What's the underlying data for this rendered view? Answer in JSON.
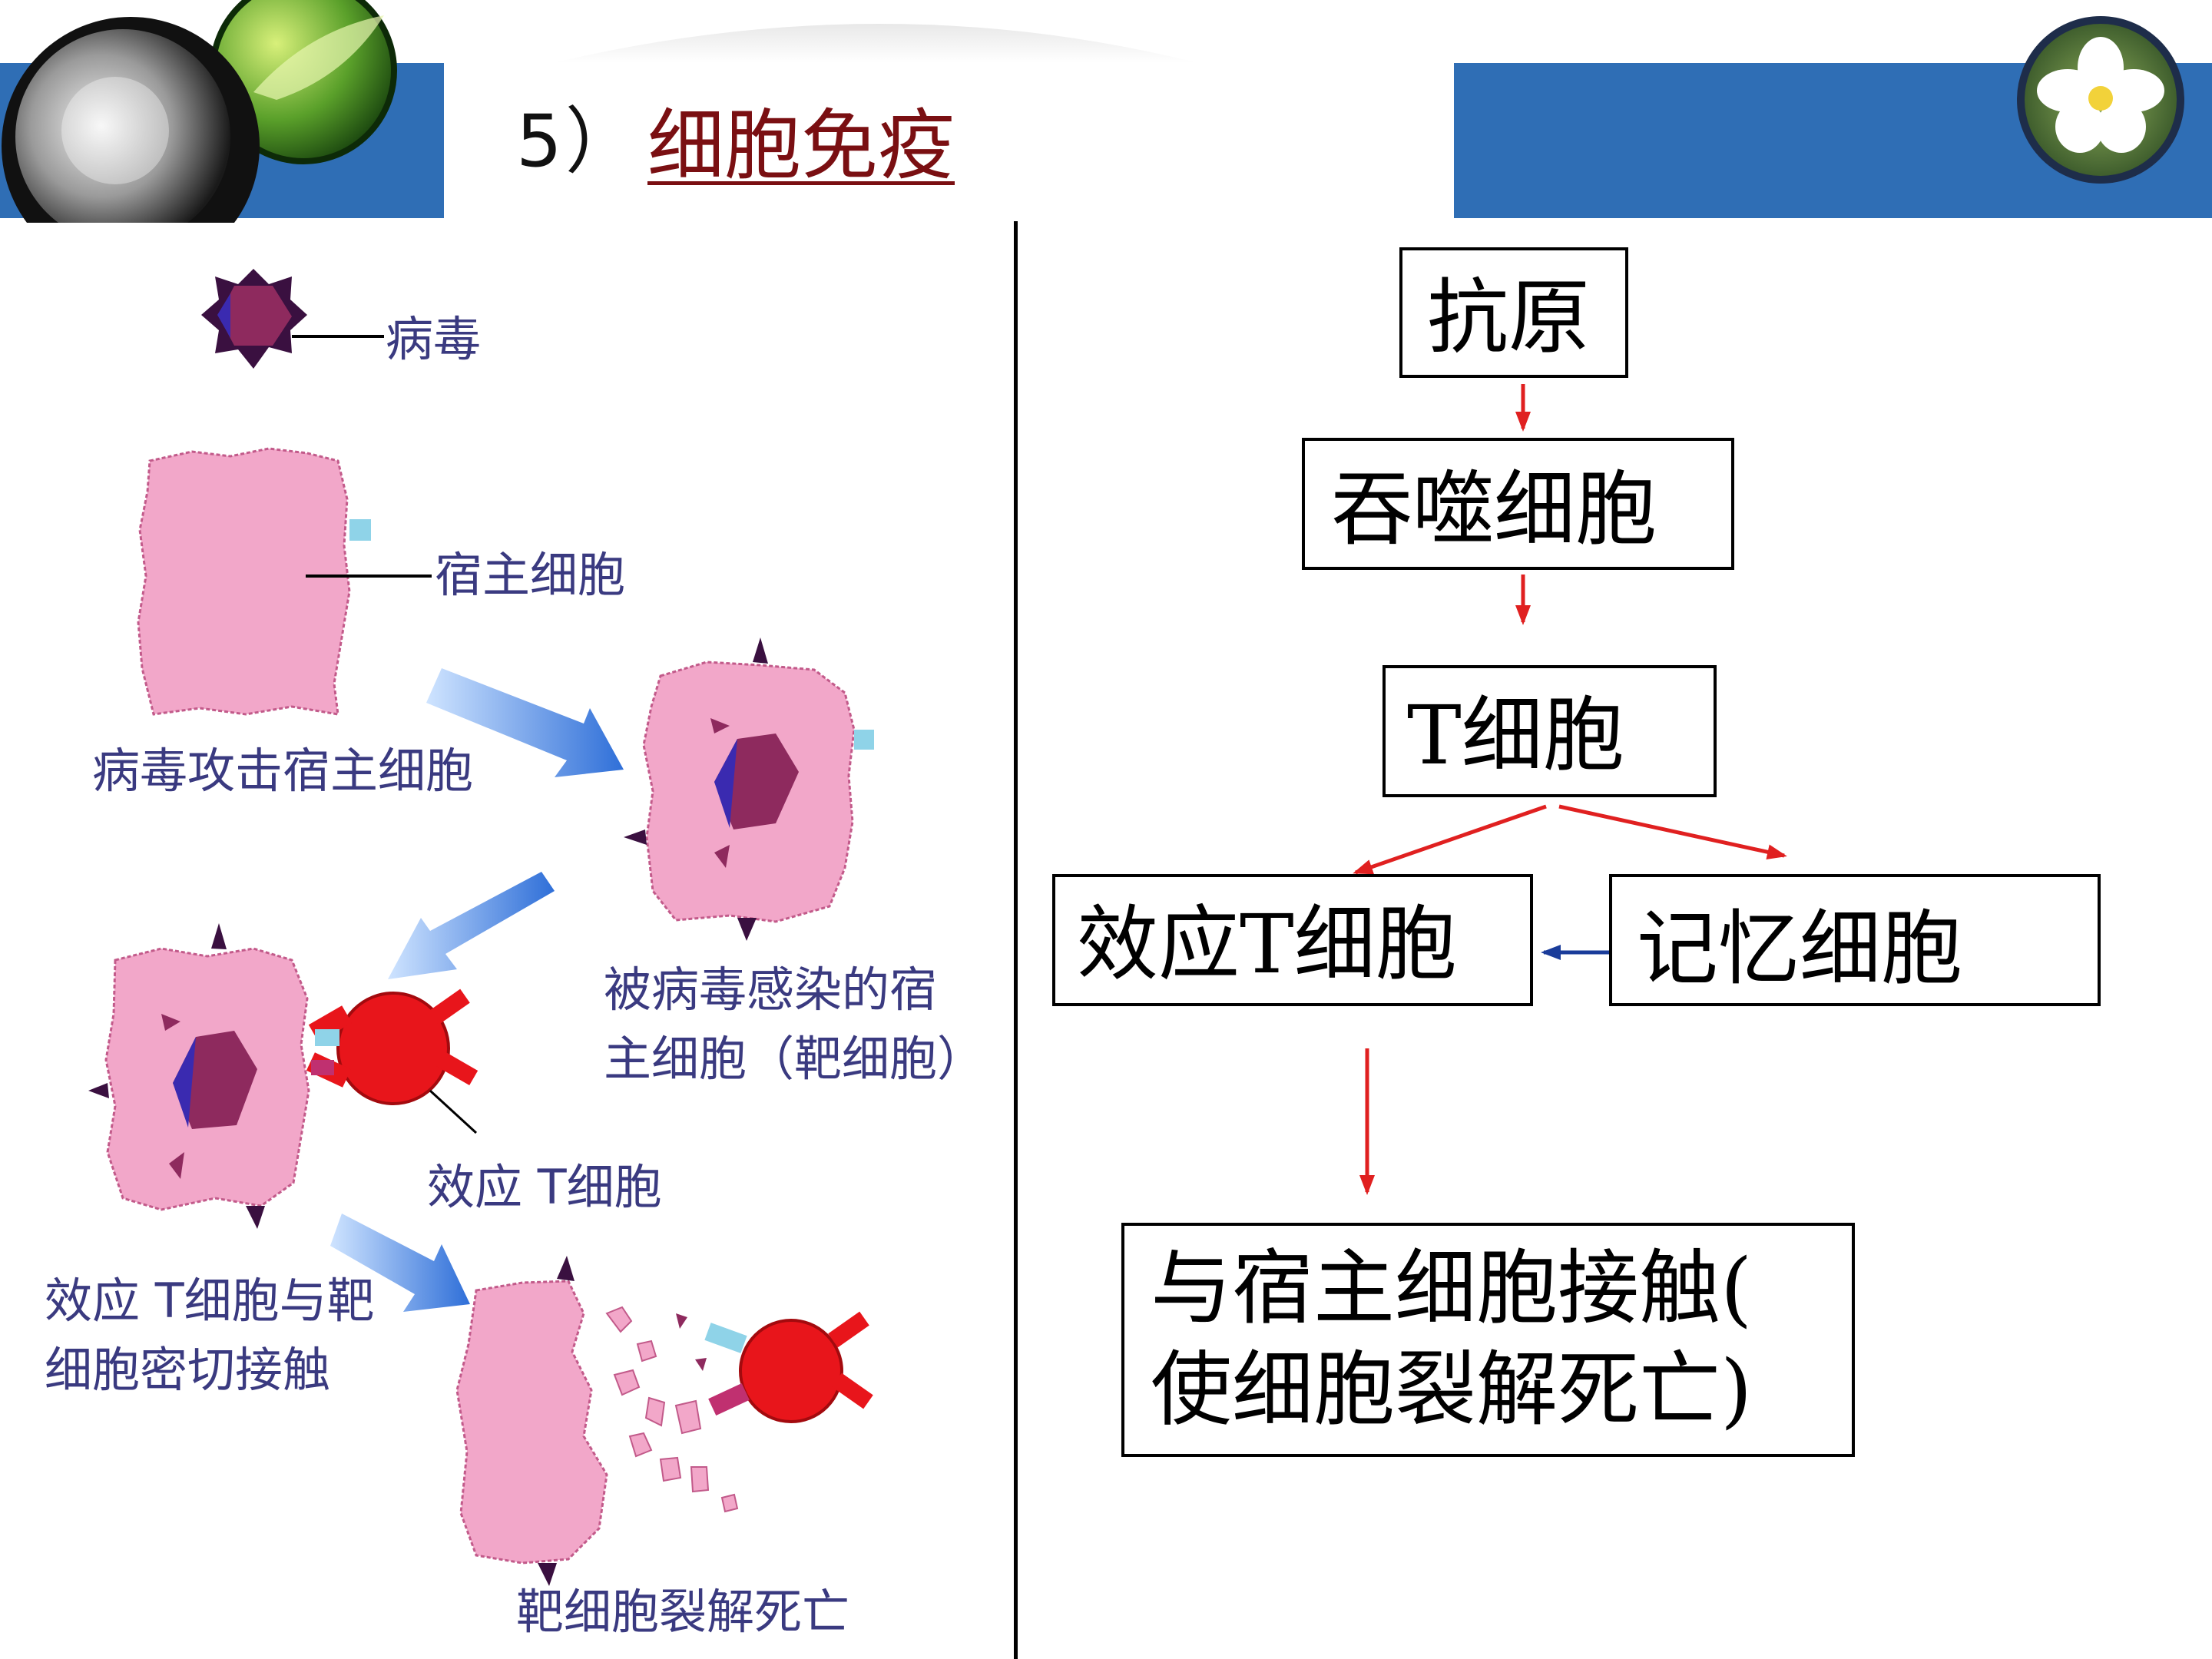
{
  "header": {
    "title_number": "5）",
    "title_text": "细胞免疫",
    "colors": {
      "blue_band": "#2f6eb5",
      "title_red": "#7a0f12"
    },
    "icons": [
      "dandelion-icon",
      "leaf-icon",
      "flower-icon"
    ]
  },
  "illustration": {
    "labels": {
      "virus": "病毒",
      "host_cell": "宿主细胞",
      "virus_attack": "病毒攻击宿主细胞",
      "infected_line1": "被病毒感染的宿",
      "infected_line2": "主细胞（靶细胞）",
      "effector_t": "效应 T细胞",
      "contact_line1": "效应 T细胞与靶",
      "contact_line2": "细胞密切接触",
      "lysis": "靶细胞裂解死亡"
    },
    "colors": {
      "cell_pink": "#f2a7c9",
      "virus_purple": "#8e2a5e",
      "t_cell_red": "#e8151b",
      "label_blue": "#3a3a80",
      "arrow_blue": "#2f6fd8"
    }
  },
  "flowchart": {
    "antigen": "抗原",
    "macrophage": "吞噬细胞",
    "t_cell": "T细胞",
    "effector_t_cell": "效应T细胞",
    "memory_cell": "记忆细胞",
    "contact_line1": "与宿主细胞接触(",
    "contact_line2": "使细胞裂解死亡)",
    "colors": {
      "arrow_red": "#e02020",
      "arrow_blue": "#1a3c9a"
    }
  }
}
